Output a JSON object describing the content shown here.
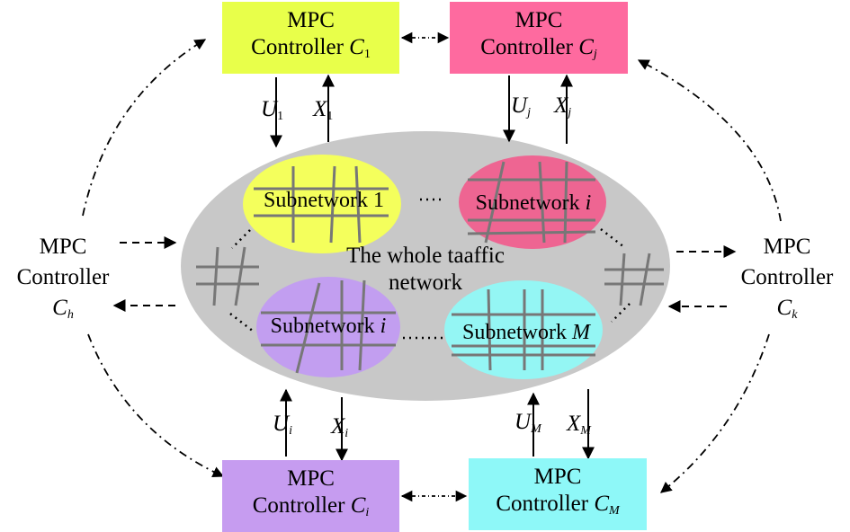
{
  "colors": {
    "yellow": "#e8ff4a",
    "pink": "#fe6a9f",
    "purple": "#c69cf0",
    "cyan": "#8ef8f8",
    "ellipse": "#c8c8c8",
    "sub1": "#f4ff5c",
    "subi_top": "#ee6592",
    "subi_bottom": "#c29ef0",
    "subM": "#94f6f4"
  },
  "controllers": {
    "c1": {
      "line1": "MPC",
      "line2": "Controller",
      "sym": "C",
      "idx": "1"
    },
    "cj": {
      "line1": "MPC",
      "line2": "Controller",
      "sym": "C",
      "idx": "j"
    },
    "ci": {
      "line1": "MPC",
      "line2": "Controller",
      "sym": "C",
      "idx": "i"
    },
    "cm": {
      "line1": "MPC",
      "line2": "Controller",
      "sym": "C",
      "idx": "M"
    },
    "ch": {
      "line1": "MPC",
      "line2": "Controller",
      "sym": "C",
      "idx": "h"
    },
    "ck": {
      "line1": "MPC",
      "line2": "Controller",
      "sym": "C",
      "idx": "k"
    }
  },
  "signals": {
    "u1": {
      "sym": "U",
      "idx": "1"
    },
    "x1": {
      "sym": "X",
      "idx": "1"
    },
    "uj": {
      "sym": "U",
      "idx": "j"
    },
    "xj": {
      "sym": "X",
      "idx": "j"
    },
    "ui": {
      "sym": "U",
      "idx": "i"
    },
    "xi": {
      "sym": "X",
      "idx": "i"
    },
    "um": {
      "sym": "U",
      "idx": "M"
    },
    "xm": {
      "sym": "X",
      "idx": "M"
    }
  },
  "subnetworks": {
    "s1": {
      "name": "Subnetwork 1",
      "idx": ""
    },
    "si_top": {
      "name": "Subnetwork ",
      "idx": "i"
    },
    "si_bottom": {
      "name": "Subnetwork ",
      "idx": "i"
    },
    "sm": {
      "name": "Subnetwork ",
      "idx": "M"
    }
  },
  "center": {
    "line1": "The whole taaffic",
    "line2": "network"
  }
}
